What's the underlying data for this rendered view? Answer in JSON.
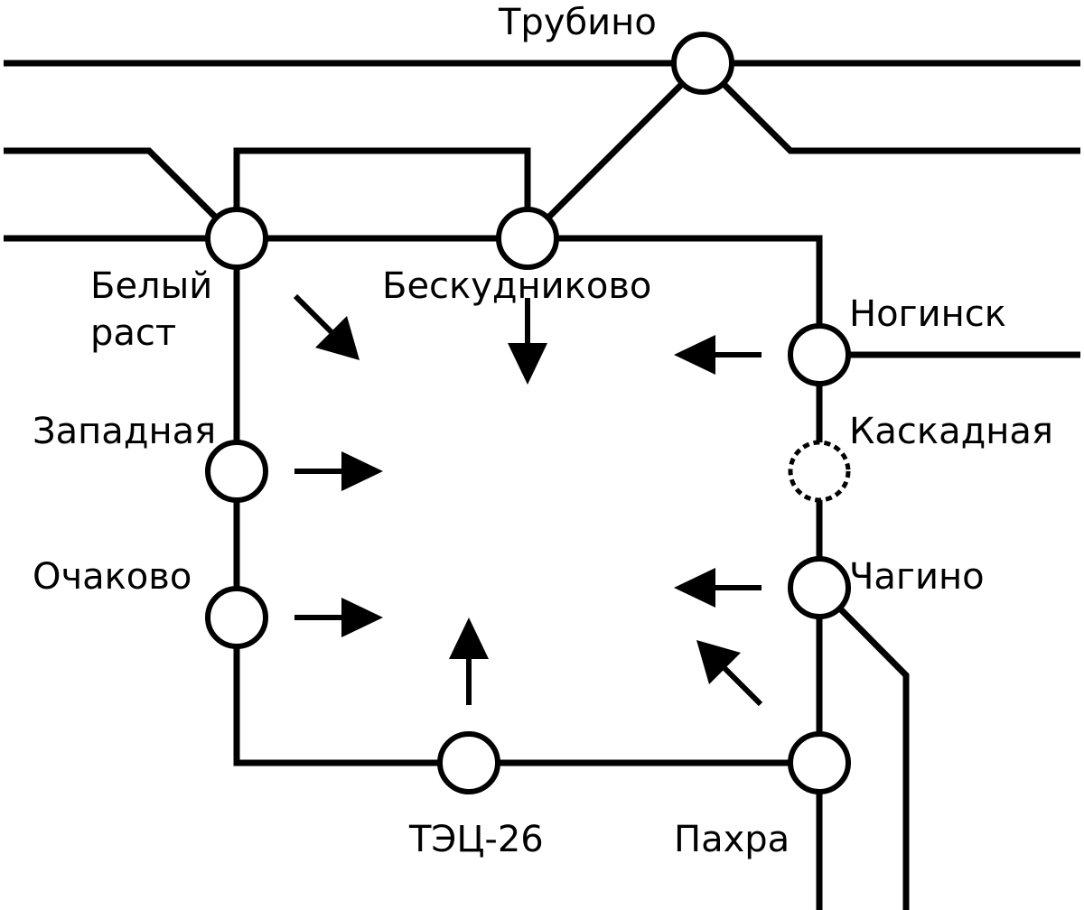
{
  "diagram": {
    "stations": {
      "trubino": "Трубино",
      "bely_rast_line1": "Белый",
      "bely_rast_line2": "раст",
      "beskudnikovo": "Бескудниково",
      "noginsk": "Ногинск",
      "zapadnaya": "Западная",
      "kaskadnaya": "Каскадная",
      "ochakovo": "Очаково",
      "chagino": "Чагино",
      "tets26": "ТЭЦ-26",
      "pakhra": "Пахра"
    },
    "kaskadnaya_status": "dashed",
    "colors": {
      "lines": "#000000",
      "background": "#ffffff"
    }
  }
}
